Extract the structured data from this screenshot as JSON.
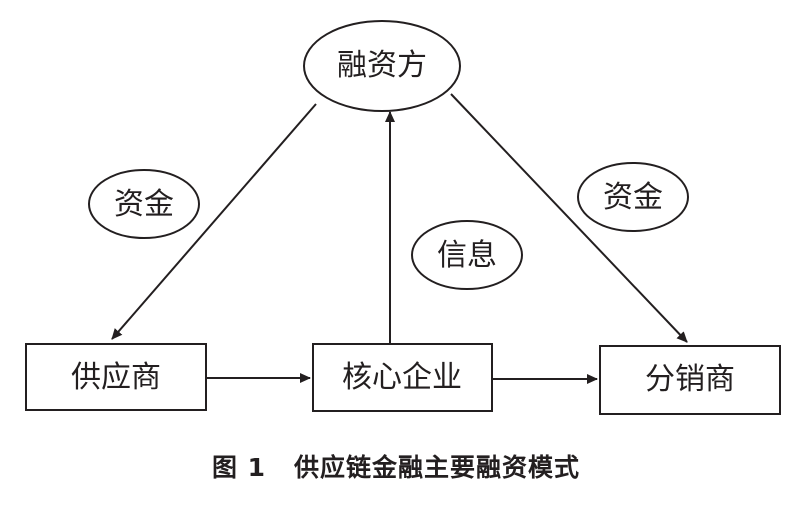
{
  "diagram": {
    "nodes": {
      "financier": "融资方",
      "supplier": "供应商",
      "core_enterprise": "核心企业",
      "distributor": "分销商"
    },
    "flow_labels": {
      "funds_left": "资金",
      "information": "信息",
      "funds_right": "资金"
    }
  },
  "caption": {
    "figure_number": "图 1",
    "title": "供应链金融主要融资模式"
  }
}
